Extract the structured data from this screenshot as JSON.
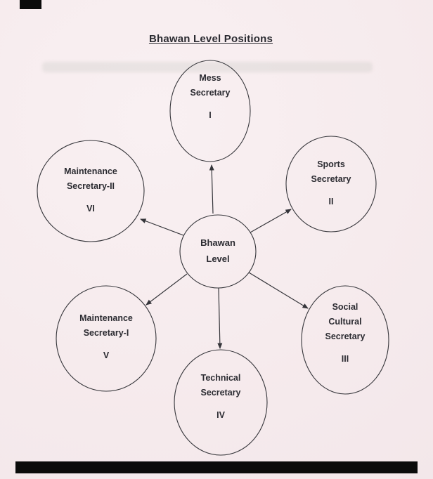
{
  "title": "Bhawan Level Positions",
  "center": {
    "label": "Bhawan Level",
    "lines": [
      "Bhawan",
      "Level"
    ]
  },
  "nodes": [
    {
      "label": "Mess Secretary",
      "lines": [
        "Mess",
        "Secretary"
      ],
      "numeral": "I"
    },
    {
      "label": "Sports Secretary",
      "lines": [
        "Sports",
        "Secretary"
      ],
      "numeral": "II"
    },
    {
      "label": "Social Cultural Secretary",
      "lines": [
        "Social",
        "Cultural",
        "Secretary"
      ],
      "numeral": "III"
    },
    {
      "label": "Technical Secretary",
      "lines": [
        "Technical",
        "Secretary"
      ],
      "numeral": "IV"
    },
    {
      "label": "Maintenance Secretary-I",
      "lines": [
        "Maintenance",
        "Secretary-I"
      ],
      "numeral": "V"
    },
    {
      "label": "Maintenance Secretary-II",
      "lines": [
        "Maintenance",
        "Secretary-II"
      ],
      "numeral": "VI"
    }
  ],
  "colors": {
    "ink": "#2b2b31",
    "paper": "#f6ebed",
    "scan_artifact": "#0b0b0b"
  }
}
